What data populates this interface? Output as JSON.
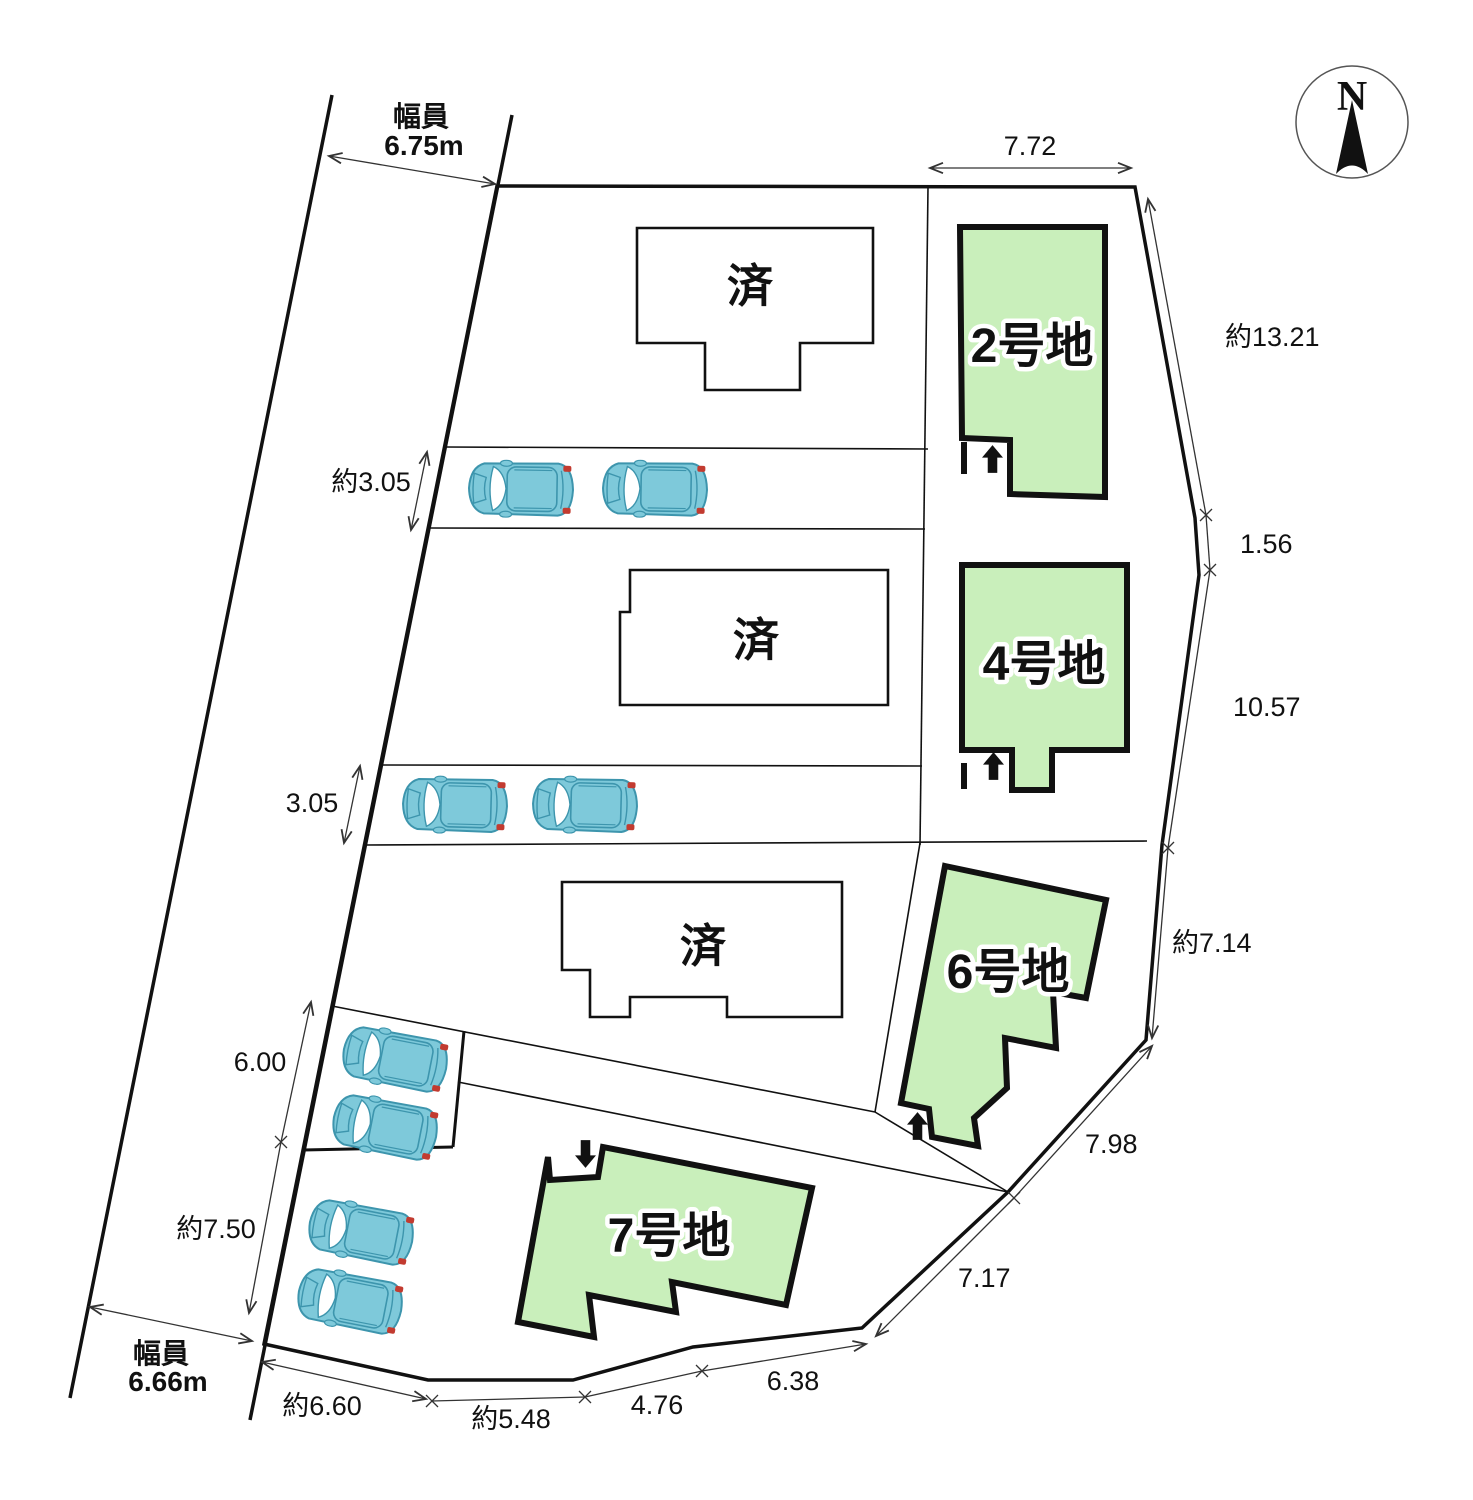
{
  "compass": {
    "label": "N"
  },
  "road": {
    "width_top": {
      "title": "幅員",
      "value": "6.75m"
    },
    "width_bottom": {
      "title": "幅員",
      "value": "6.66m"
    }
  },
  "plots": {
    "p2": {
      "label": "2号地"
    },
    "p4": {
      "label": "4号地"
    },
    "p6": {
      "label": "6号地"
    },
    "p7": {
      "label": "7号地"
    }
  },
  "buildings": {
    "b1": {
      "label": "済"
    },
    "b2": {
      "label": "済"
    },
    "b3": {
      "label": "済"
    }
  },
  "dimensions": {
    "top_width": "7.72",
    "ne_side": "約13.21",
    "e_seg1": "1.56",
    "e_seg2": "10.57",
    "e_seg3": "約7.14",
    "se_seg1": "7.98",
    "se_seg2": "7.17",
    "s_seg1": "6.38",
    "s_seg2": "4.76",
    "s_seg3": "約5.48",
    "s_seg4": "約6.60",
    "w_strip1": "約3.05",
    "w_strip2": "3.05",
    "w_seg1": "6.00",
    "w_seg2": "約7.50"
  },
  "colors": {
    "plot_fill": "#c9efbb",
    "building_fill": "#ffffff",
    "car_body": "#7ec9da",
    "line": "#111111",
    "dim_line": "#333333"
  }
}
